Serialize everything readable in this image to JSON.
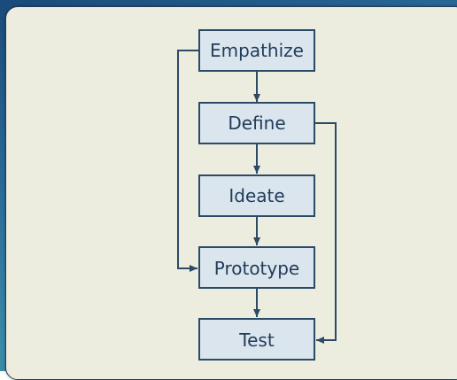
{
  "diagram": {
    "nodes": [
      {
        "id": "empathize",
        "label": "Empathize"
      },
      {
        "id": "define",
        "label": "Define"
      },
      {
        "id": "ideate",
        "label": "Ideate"
      },
      {
        "id": "prototype",
        "label": "Prototype"
      },
      {
        "id": "test",
        "label": "Test"
      }
    ],
    "edges": [
      {
        "from": "empathize",
        "to": "define"
      },
      {
        "from": "define",
        "to": "ideate"
      },
      {
        "from": "ideate",
        "to": "prototype"
      },
      {
        "from": "prototype",
        "to": "test"
      },
      {
        "from": "empathize",
        "to": "prototype"
      },
      {
        "from": "define",
        "to": "test"
      }
    ],
    "colors": {
      "node_fill": "#dbe5ee",
      "node_stroke": "#2b4a66",
      "text": "#1f3c5a",
      "panel": "#ededdf"
    }
  }
}
